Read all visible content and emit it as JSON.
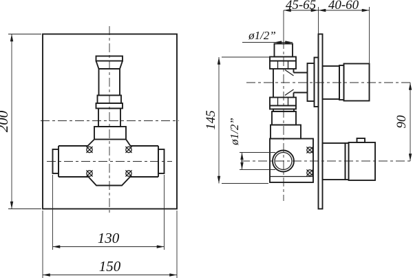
{
  "drawing": {
    "type": "technical-drawing",
    "subject": "concealed-shower-mixer-valve",
    "line_color": "#1d1d1d",
    "background": "#ffffff",
    "views": {
      "front_view": "mounting plate with cartridge stem and valve body",
      "side_view": "wall section with inlet pipes, wall plate and handles"
    },
    "labels": {
      "height_200": "200",
      "width_130": "130",
      "width_150": "150",
      "depth_45_65": "45-65",
      "depth_40_60": "40-60",
      "height_145": "145",
      "spacing_90": "90",
      "dia_top": "ø1/2”",
      "dia_front": "ø1/2”"
    }
  }
}
